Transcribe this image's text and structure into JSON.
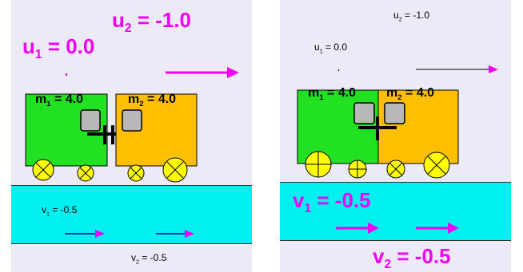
{
  "left_panel": {
    "u1": {
      "var": "u",
      "sub": "1",
      "value": "= 0.0"
    },
    "u2": {
      "var": "u",
      "sub": "2",
      "value": "= -1.0"
    },
    "m1": {
      "var": "m",
      "sub": "1",
      "value": "= 4.0"
    },
    "m2": {
      "var": "m",
      "sub": "2",
      "value": "= 4.0"
    },
    "v1": {
      "var": "v",
      "sub": "1",
      "value": "= -0.5"
    },
    "v2": {
      "var": "v",
      "sub": "2",
      "value": "= -0.5"
    }
  },
  "right_panel": {
    "u1": {
      "var": "u",
      "sub": "1",
      "value": "= 0.0"
    },
    "u2": {
      "var": "u",
      "sub": "2",
      "value": "= -1.0"
    },
    "m1": {
      "var": "m",
      "sub": "1",
      "value": "= 4.0"
    },
    "m2": {
      "var": "m",
      "sub": "2",
      "value": "= 4.0"
    },
    "v1": {
      "var": "v",
      "sub": "1",
      "value": "= -0.5"
    },
    "v2": {
      "var": "v",
      "sub": "2",
      "value": "= -0.5"
    }
  },
  "colors": {
    "panel_bg": "#eceaf7",
    "water": "#00f0f0",
    "accent_magenta": "#f000f0",
    "cart1_green": "#22e022",
    "cart2_orange": "#ffbe00",
    "wheel_yellow": "#ffff00"
  }
}
